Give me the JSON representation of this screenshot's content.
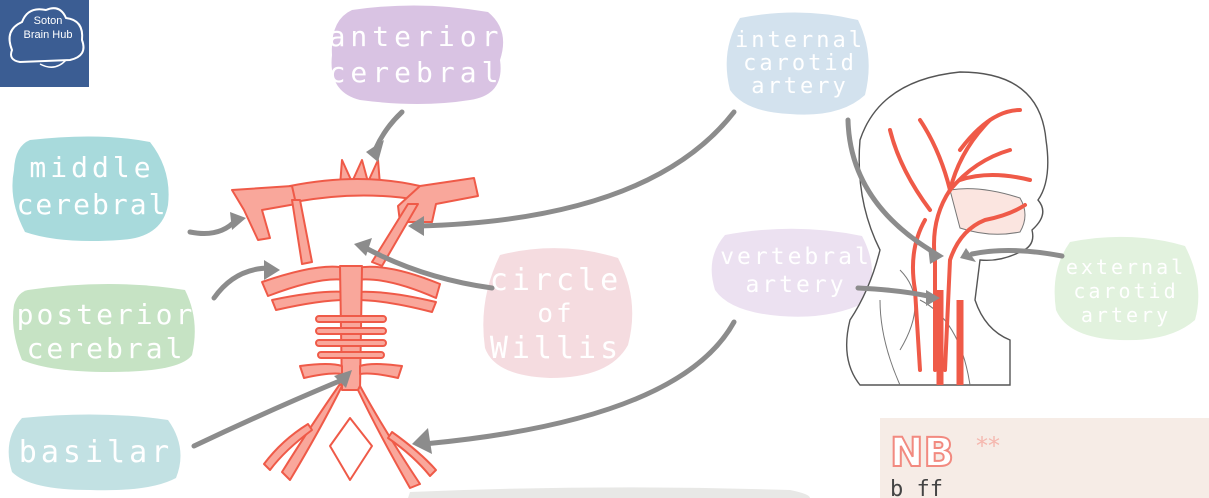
{
  "logo": {
    "line1": "Soton",
    "line2": "Brain Hub"
  },
  "labels": {
    "anterior_line1": "anterior",
    "anterior_line2": "cerebral",
    "middle_line1": "middle",
    "middle_line2": "cerebral",
    "posterior_line1": "posterior",
    "posterior_line2": "cerebral",
    "basilar": "basilar",
    "circle_line1": "circle",
    "circle_line2": "of",
    "circle_line3": "Willis",
    "internal_line1": "internal",
    "internal_line2": "carotid",
    "internal_line3": "artery",
    "vertebral_line1": "vertebral",
    "vertebral_line2": "artery",
    "external_line1": "external",
    "external_line2": "carotid",
    "external_line3": "artery"
  },
  "note": {
    "title": "NB",
    "stars": "**",
    "text": "b          ff"
  },
  "colors": {
    "artery_fill": "#f9a79b",
    "artery_stroke": "#ef5a48",
    "arrow": "#8c8c8c",
    "anterior_blob": "#d9c3e3",
    "middle_blob": "#a8dadc",
    "posterior_blob": "#c6e3c4",
    "basilar_blob": "#c2e1e3",
    "circle_blob": "#f5dce0",
    "internal_blob": "#d3e2ee",
    "vertebral_blob": "#ece1f1",
    "external_blob": "#e2f2de",
    "note_bg": "#f6ece6",
    "note_title": "#f28a80"
  }
}
